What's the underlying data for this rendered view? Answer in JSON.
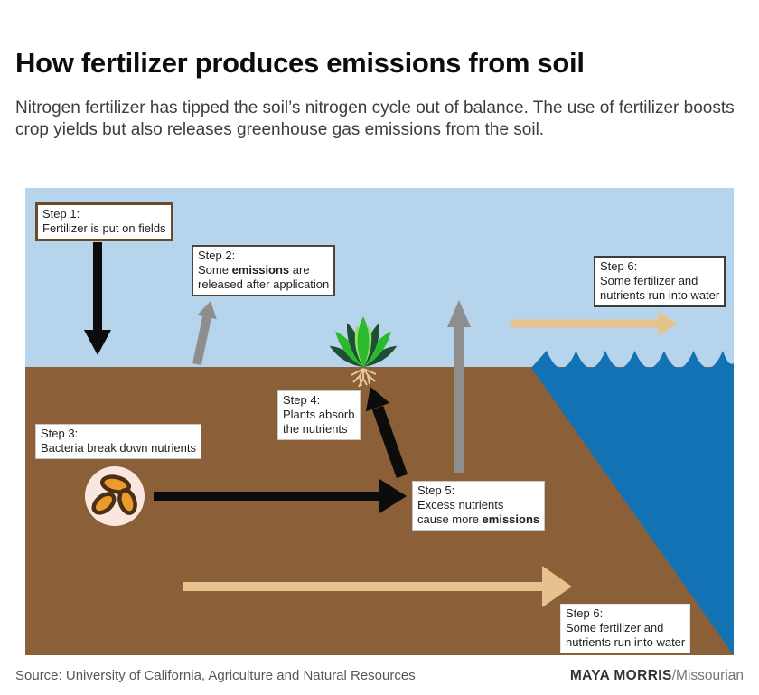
{
  "header": {
    "title": "How fertilizer produces emissions from soil",
    "subtitle": "Nitrogen fertilizer has tipped the soil’s nitrogen cycle out of balance. The use of fertilizer boosts crop yields but also releases greenhouse gas emissions from the soil."
  },
  "diagram": {
    "boxes": {
      "step1": {
        "label": "Step 1:",
        "line1": "Fertilizer is put on fields"
      },
      "step2": {
        "label": "Step 2:",
        "line1_pre": "Some ",
        "line1_bold": "emissions",
        "line1_post": " are",
        "line2": "released after application"
      },
      "step3": {
        "label": "Step 3:",
        "line1": "Bacteria break down nutrients"
      },
      "step4": {
        "label": "Step 4:",
        "line1": "Plants absorb",
        "line2": "the nutrients"
      },
      "step5": {
        "label": "Step 5:",
        "line1": "Excess nutrients",
        "line2_pre": "cause more ",
        "line2_bold": "emissions"
      },
      "step6_top": {
        "label": "Step 6:",
        "line1": "Some fertilizer and",
        "line2": "nutrients run into water"
      },
      "step6_bottom": {
        "label": "Step 6:",
        "line1": "Some fertilizer and",
        "line2": "nutrients run into water"
      }
    },
    "icons": [
      "plant-icon",
      "bacteria-icon",
      "arrow-down-black-icon",
      "arrow-up-gray-tilted-icon",
      "arrow-right-black-icon",
      "arrow-up-left-black-icon",
      "arrow-up-gray-icon",
      "arrow-right-tan-top-icon",
      "arrow-right-tan-bottom-icon"
    ],
    "colors": {
      "sky": "#b6d4ec",
      "soil": "#8b6039",
      "water": "#1272b4",
      "arrow_black": "#0c0c0c",
      "arrow_gray": "#8e8e8e",
      "arrow_tan": "#e6c28e",
      "box_border_brown": "#6b4a2a",
      "box_border_dark": "#3d3d3d",
      "bacteria_circle": "#f9e7df",
      "bacteria_bean": "#eb9a2c",
      "bacteria_outline": "#4a2f16",
      "plant_bright_green": "#2db92d",
      "plant_dark_green": "#1e4f33",
      "plant_roots": "#e3c99b"
    }
  },
  "footer": {
    "source": "Source: University of California, Agriculture and Natural Resources",
    "credit_name": "MAYA MORRIS",
    "credit_publication": "/Missourian"
  }
}
